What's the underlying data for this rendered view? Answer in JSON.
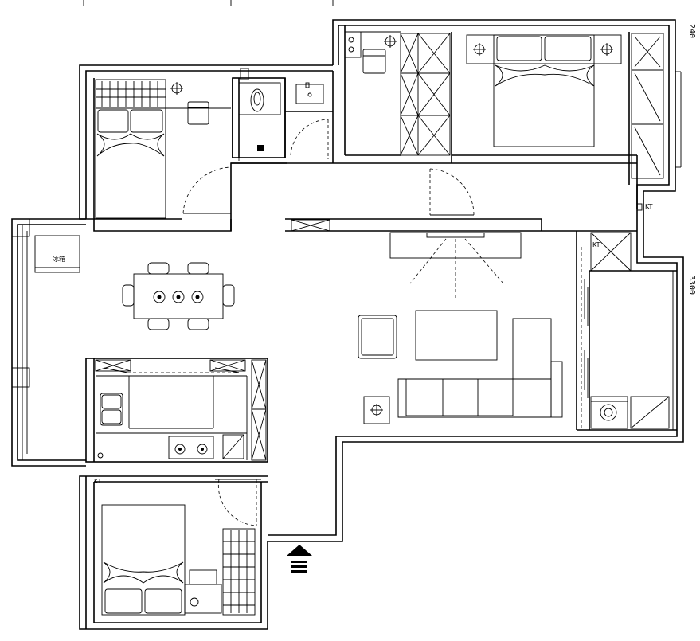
{
  "labels": {
    "kt_right": "KT",
    "kt_left": "KT",
    "kt_wash": "KT",
    "fridge": "冰箱",
    "dim_top": "240",
    "dim_mid": "3300"
  },
  "colors": {
    "line": "#000000",
    "background": "#ffffff"
  },
  "icons": [
    "entrance-arrow-icon",
    "ceiling-light-icon",
    "plant-icon"
  ]
}
